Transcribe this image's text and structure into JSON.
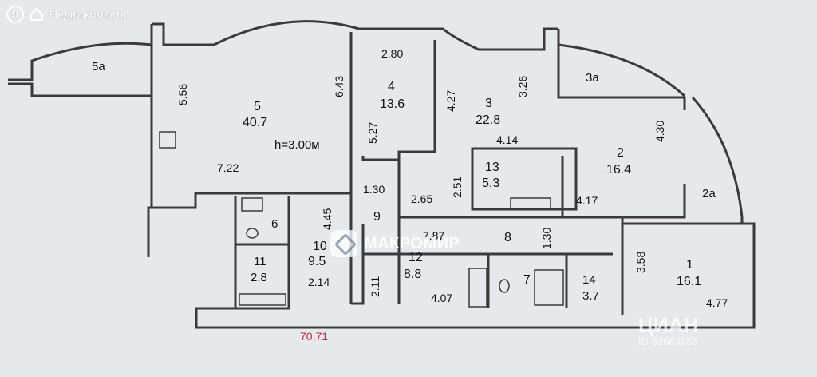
{
  "brand": {
    "name": "Недвижимость",
    "badge": "Я"
  },
  "watermark": {
    "label": "МАКРОМИР"
  },
  "cian": {
    "label": "ЦИАН",
    "id": "ID 62683955"
  },
  "total_area": "70,71",
  "ceiling": "h=3.00м",
  "rooms": [
    {
      "num": "5a"
    },
    {
      "num": "5",
      "area": "40.7"
    },
    {
      "num": "4",
      "area": "13.6"
    },
    {
      "num": "3",
      "area": "22.8"
    },
    {
      "num": "3a"
    },
    {
      "num": "2",
      "area": "16.4"
    },
    {
      "num": "2a"
    },
    {
      "num": "13",
      "area": "5.3"
    },
    {
      "num": "1",
      "area": "16.1"
    },
    {
      "num": "14",
      "area": "3.7"
    },
    {
      "num": "7"
    },
    {
      "num": "12",
      "area": "8.8"
    },
    {
      "num": "11",
      "area": "2.8"
    },
    {
      "num": "10",
      "area": "9.5"
    },
    {
      "num": "9"
    },
    {
      "num": "8"
    },
    {
      "num": "6"
    }
  ],
  "dimensions": [
    "5.56",
    "6.43",
    "2.80",
    "4.27",
    "3.26",
    "5.27",
    "7.22",
    "1.30",
    "2.65",
    "2.51",
    "4.14",
    "4.17",
    "4.30",
    "4.45",
    "7.87",
    "1.30",
    "3.58",
    "2.14",
    "2.11",
    "4.07",
    "4.77"
  ],
  "colors": {
    "wall": "#3a3a3a",
    "bg": "#e6e9ec",
    "total": "#c8283c"
  }
}
